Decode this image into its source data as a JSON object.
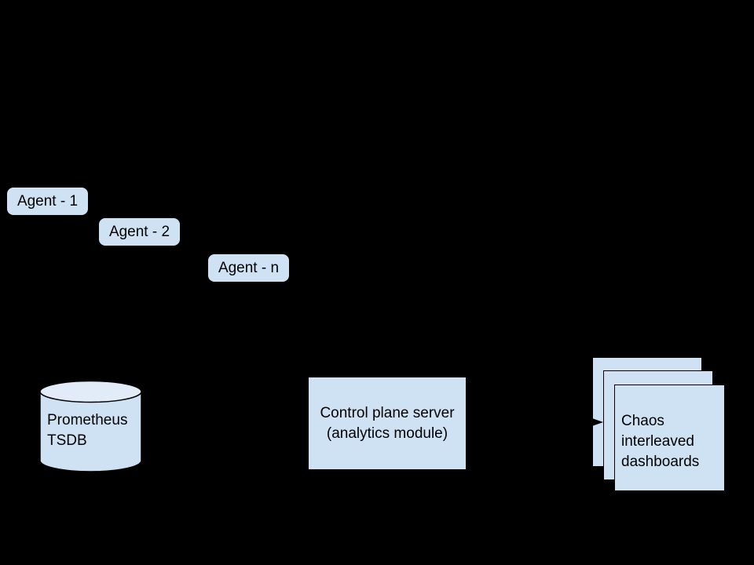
{
  "diagram": {
    "background_color": "#000000",
    "shape_fill_color": "#cfe2f3",
    "cylinder_top_fill_color": "#e2ecf8",
    "outline_color": "#000000",
    "agents": [
      {
        "label": "Agent - 1"
      },
      {
        "label": "Agent - 2"
      },
      {
        "label": "Agent - n"
      }
    ],
    "tsdb": {
      "label": "Prometheus\nTSDB",
      "shape": "cylinder"
    },
    "control_plane": {
      "label": "Control plane server\n(analytics module)",
      "shape": "rectangle"
    },
    "dashboards": {
      "label": "Chaos\ninterleaved\ndashboards",
      "shape": "stacked-squares",
      "stack_count": 3
    },
    "arrow": {
      "icon": "arrow-right",
      "color": "#000000"
    }
  }
}
